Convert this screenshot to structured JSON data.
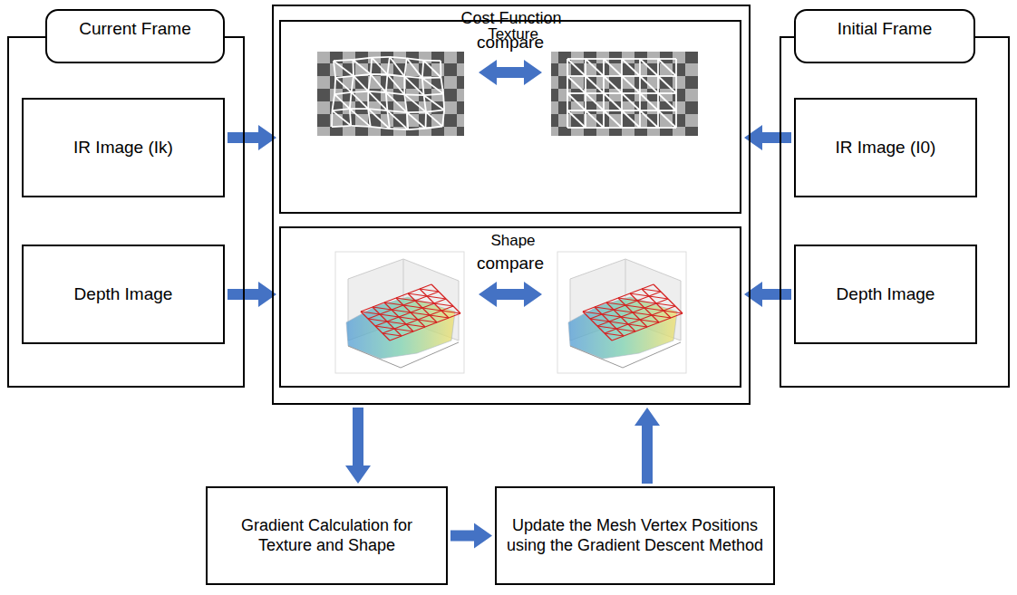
{
  "diagram": {
    "nodes": [
      {
        "text": [
          "Current Frame"
        ]
      },
      {
        "text": [
          "IR Image (Ik)"
        ],
        "in": 0
      },
      {
        "text": [
          "Depth Image"
        ],
        "in": 0
      },
      {
        "text": [
          "Cost Function"
        ]
      },
      {
        "text": [
          "Texture"
        ],
        "in": 3
      },
      {
        "text": [
          "Shape"
        ],
        "in": 3
      },
      {
        "text": [
          "Initial Frame"
        ]
      },
      {
        "text": [
          "IR Image (I0)"
        ],
        "in": 6
      },
      {
        "text": [
          "Depth Image"
        ],
        "in": 6
      },
      {
        "text": [
          "Gradient Calculation for Texture and Shape"
        ]
      },
      {
        "text": [
          "Update the Mesh Vertex Positions using the Gradient Descent Method"
        ]
      }
    ],
    "edges": [
      {
        "from": 1,
        "to": 4,
        "arrow": "to"
      },
      {
        "from": 2,
        "to": 5,
        "arrow": "to"
      },
      {
        "from": 7,
        "to": 4,
        "arrow": "to"
      },
      {
        "from": 8,
        "to": 5,
        "arrow": "to"
      },
      {
        "from": 3,
        "to": 9,
        "arrow": "to"
      },
      {
        "from": 9,
        "to": 10,
        "arrow": "to"
      },
      {
        "from": 10,
        "to": 3,
        "arrow": "to"
      }
    ],
    "labels": [
      "compare",
      "compare"
    ]
  }
}
